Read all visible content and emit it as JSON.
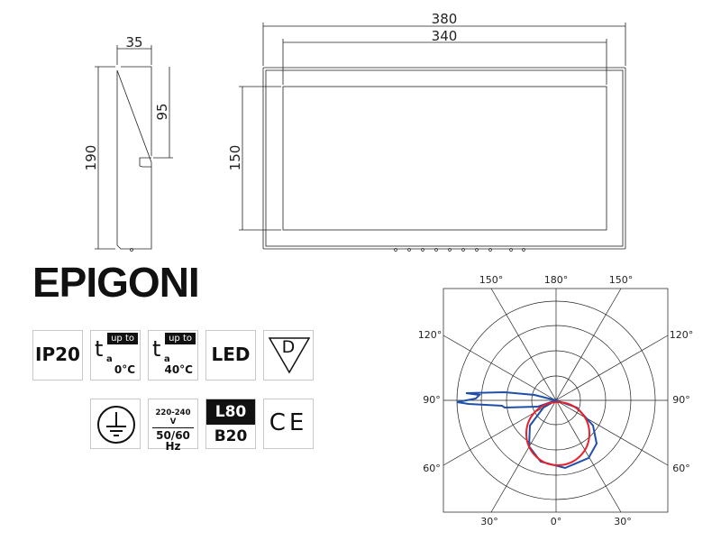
{
  "dimensions": {
    "depth": "35",
    "height": "190",
    "hook_height": "95",
    "width_outer": "380",
    "width_inner": "340",
    "panel_height": "150"
  },
  "product": {
    "name": "EPIGONI"
  },
  "icons": {
    "ip": "IP20",
    "ta1": {
      "upto": "up to",
      "t": "t",
      "a": "a",
      "temp": "0°C"
    },
    "ta2": {
      "upto": "up to",
      "t": "t",
      "a": "a",
      "temp": "40°C"
    },
    "led": "LED",
    "d_mark": "D",
    "voltage": "220-240 V",
    "frequency": "50/60",
    "hz": "Hz",
    "lifetime_l": "L80",
    "lifetime_b": "B20",
    "ce": "CE"
  },
  "polar": {
    "labels": {
      "top_left": "150°",
      "top": "180°",
      "top_right": "150°",
      "left_upper": "120°",
      "right_upper": "120°",
      "left_mid": "90°",
      "right_mid": "90°",
      "left_lower": "60°",
      "right_lower": "60°",
      "bottom_left": "30°",
      "bottom": "0°",
      "bottom_right": "30°"
    },
    "colors": {
      "c0_180": "#1f4fa8",
      "c90_270": "#e8202a"
    }
  }
}
